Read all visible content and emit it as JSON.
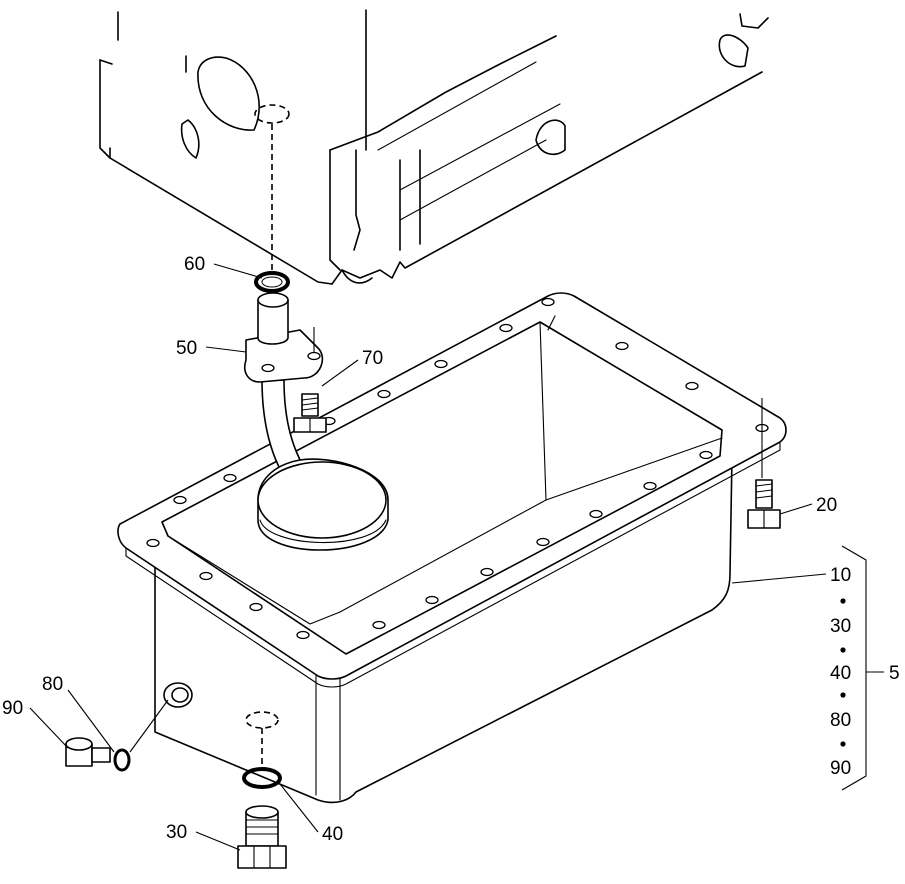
{
  "labels": {
    "p60": "60",
    "p50": "50",
    "p70": "70",
    "p20": "20",
    "p10": "10",
    "p30r": "30",
    "p40r": "40",
    "p80r": "80",
    "p90r": "90",
    "p5": "5",
    "p80": "80",
    "p90": "90",
    "p30": "30",
    "p40": "40"
  }
}
